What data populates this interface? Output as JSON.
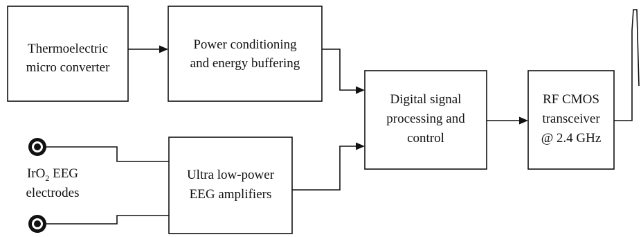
{
  "blocks": {
    "thermoelectric": {
      "lines": [
        "Thermoelectric",
        "micro converter"
      ]
    },
    "power_conditioning": {
      "lines": [
        "Power conditioning",
        "and energy buffering"
      ]
    },
    "dsp": {
      "lines": [
        "Digital signal",
        "processing and",
        "control"
      ]
    },
    "rf": {
      "lines": [
        "RF CMOS",
        "transceiver",
        "@ 2.4 GHz"
      ]
    },
    "amplifiers": {
      "lines": [
        "Ultra low-power",
        "EEG amplifiers"
      ]
    }
  },
  "electrodes": {
    "prefix": "IrO",
    "subscript": "2",
    "suffix": " EEG",
    "line2": "electrodes"
  },
  "colors": {
    "line": "#111111",
    "background": "#ffffff"
  },
  "icons": [
    "antenna-icon",
    "electrode-icon"
  ]
}
